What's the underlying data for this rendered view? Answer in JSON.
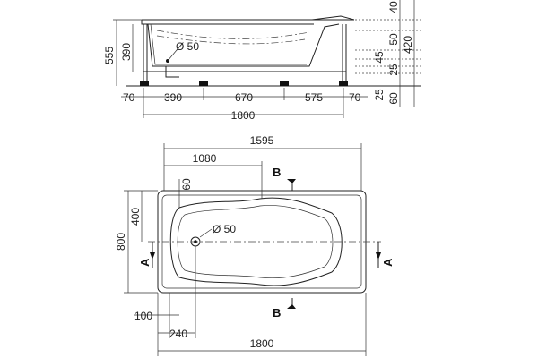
{
  "side_view": {
    "dims_bottom": [
      "70",
      "390",
      "670",
      "575",
      "70"
    ],
    "dim_total": "1800",
    "dim_left_outer": "555",
    "dim_left_inner": "390",
    "drain_label": "Ø 50",
    "dims_right": [
      "40",
      "50",
      "420",
      "45",
      "25",
      "25",
      "60"
    ]
  },
  "top_view": {
    "dim_top": "1595",
    "dim_inner": "1080",
    "dim_60": "60",
    "dim_400": "400",
    "dim_800": "800",
    "drain_label": "Ø 50",
    "dim_100": "100",
    "dim_240": "240",
    "dim_total": "1800",
    "section_b": "B",
    "section_a": "A"
  }
}
